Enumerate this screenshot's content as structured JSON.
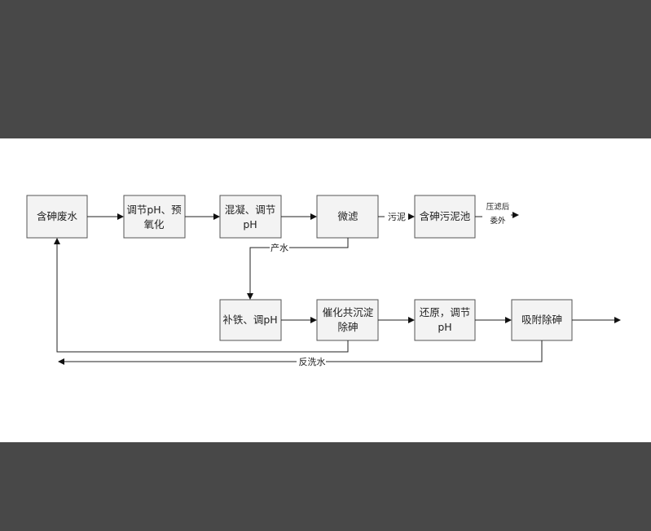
{
  "nodes": {
    "wastewater": "含砷废水",
    "ph_preox_1": "调节pH、预",
    "ph_preox_2": "氧化",
    "coag_1": "混凝、调节",
    "coag_2": "pH",
    "microfilter": "微滤",
    "sludge_pool": "含砷污泥池",
    "iron_ph": "补铁、调pH",
    "coprecip_1": "催化共沉淀",
    "coprecip_2": "除砷",
    "reduce_1": "还原，调节",
    "reduce_2": "pH",
    "adsorb": "吸附除砷"
  },
  "edges": {
    "sludge": "污泥",
    "press_1": "压滤后",
    "press_2": "委外",
    "product_water": "产水",
    "backwash": "反洗水"
  }
}
